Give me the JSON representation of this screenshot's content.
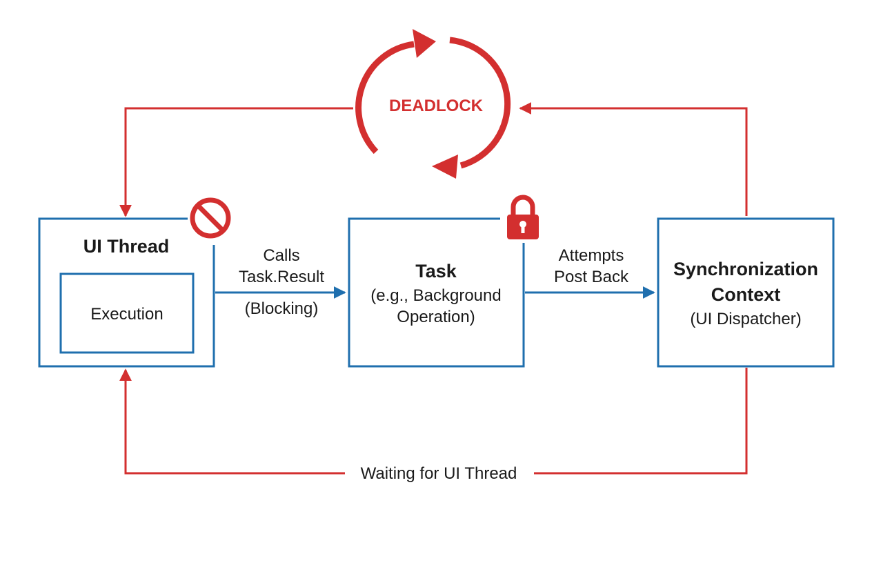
{
  "colors": {
    "blue": "#1f6fae",
    "red": "#d32f2f",
    "text": "#1a1a1a",
    "background": "#ffffff"
  },
  "cycle": {
    "label": "DEADLOCK",
    "icon": "circular-arrows-icon"
  },
  "ui_thread": {
    "title": "UI Thread",
    "inner_label": "Execution",
    "status_icon": "prohibited-icon"
  },
  "task": {
    "title": "Task",
    "subtitle_line1": "(e.g., Background",
    "subtitle_line2": "Operation)",
    "status_icon": "padlock-icon"
  },
  "sync_context": {
    "title_line1": "Synchronization",
    "title_line2": "Context",
    "subtitle": "(UI Dispatcher)"
  },
  "edges": {
    "calls_line1": "Calls",
    "calls_line2": "Task.Result",
    "calls_line3": "(Blocking)",
    "post_line1": "Attempts",
    "post_line2": "Post Back",
    "waiting": "Waiting for UI Thread"
  }
}
